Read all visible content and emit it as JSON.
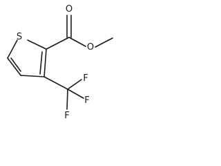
{
  "molecule": {
    "atoms": {
      "sulfur": "S",
      "carbonyl_oxygen": "O",
      "ester_oxygen": "O",
      "fluorine_1": "F",
      "fluorine_2": "F",
      "fluorine_3": "F"
    }
  }
}
